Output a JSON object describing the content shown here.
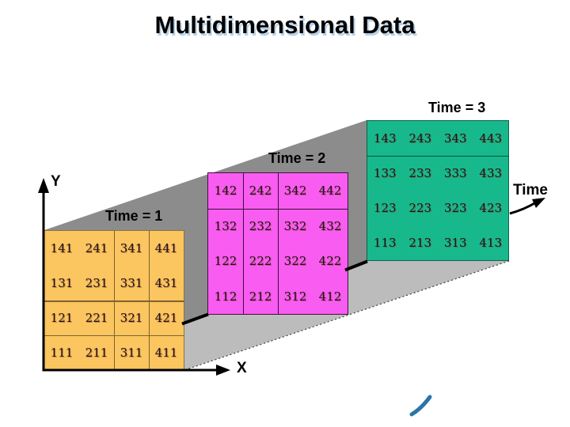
{
  "title": "Multidimensional Data",
  "axes": {
    "y_label": "Y",
    "x_label": "X",
    "time_label": "Time"
  },
  "slices": [
    {
      "label": "Time = 1",
      "color": "#FBC55F",
      "values": [
        [
          141,
          241,
          341,
          441
        ],
        [
          131,
          231,
          331,
          431
        ],
        [
          121,
          221,
          321,
          421
        ],
        [
          111,
          211,
          311,
          411
        ]
      ]
    },
    {
      "label": "Time = 2",
      "color": "#F95CF1",
      "values": [
        [
          142,
          242,
          342,
          442
        ],
        [
          132,
          232,
          332,
          432
        ],
        [
          122,
          222,
          322,
          422
        ],
        [
          112,
          212,
          312,
          412
        ]
      ]
    },
    {
      "label": "Time = 3",
      "color": "#17B98C",
      "values": [
        [
          143,
          243,
          343,
          443
        ],
        [
          133,
          233,
          333,
          433
        ],
        [
          123,
          223,
          323,
          423
        ],
        [
          113,
          213,
          313,
          413
        ]
      ]
    }
  ],
  "colors": {
    "top_face": "#8C8C8C",
    "bottom_face": "#BCBCBC",
    "axis": "#000000",
    "swoosh": "#2B74A8",
    "title_shadow": "#B7D2EA"
  }
}
